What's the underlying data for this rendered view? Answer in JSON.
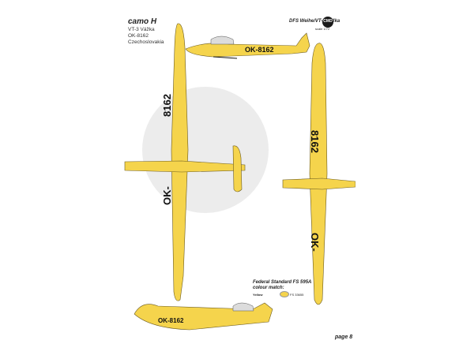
{
  "header": {
    "camo_title": "camo H",
    "model": "VT-3 Vážka",
    "registration": "OK-8162",
    "country": "Czechoslovakia",
    "right_title": "DFS Weihe/VT-3 Vážka",
    "scale": "scale 1/72"
  },
  "logo": {
    "text": "CMD",
    "icon": "cmd-logo-icon"
  },
  "aircraft": {
    "reg_side": "OK-8162",
    "reg_wing_num": "8162",
    "reg_wing_pref": "OK-"
  },
  "colour_match": {
    "title": "Federal Standard FS 595A",
    "subtitle": "colour match:",
    "colour_name": "Yellow",
    "code": "FS 33655",
    "swatch": "#f5d44c"
  },
  "footer": {
    "page": "page 8"
  },
  "colors": {
    "yellow": "#f5d44c",
    "outline": "#6a5a20",
    "black": "#111111",
    "watermark": "#ececec"
  }
}
